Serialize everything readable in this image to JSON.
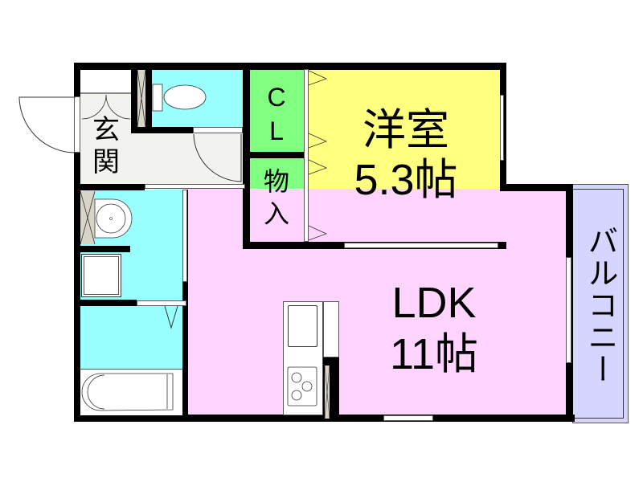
{
  "rooms": {
    "entrance": {
      "label_line1": "玄",
      "label_line2": "関",
      "color": "#f2f2ee"
    },
    "toilet": {
      "color": "#99ffff"
    },
    "closet_cl": {
      "label_line1": "C",
      "label_line2": "L",
      "color": "#80ff80"
    },
    "storage": {
      "label_line1": "物",
      "label_line2": "入",
      "color": "#80ff80"
    },
    "western_room": {
      "label_line1": "洋室",
      "label_line2": "5.3帖",
      "color": "#ffff80"
    },
    "ldk": {
      "label_line1": "LDK",
      "label_line2": "11帖",
      "color": "#ffd5ff"
    },
    "washroom": {
      "color": "#99ffff"
    },
    "bathroom": {
      "color": "#99ffff"
    },
    "balcony": {
      "label": "バルコニー",
      "color": "#d5d5ff"
    },
    "hallway": {
      "color": "#f2f2ee"
    }
  },
  "colors": {
    "wall": "#000000",
    "fixture": "#ffffff",
    "shoe_box": "#d8d4c8"
  }
}
